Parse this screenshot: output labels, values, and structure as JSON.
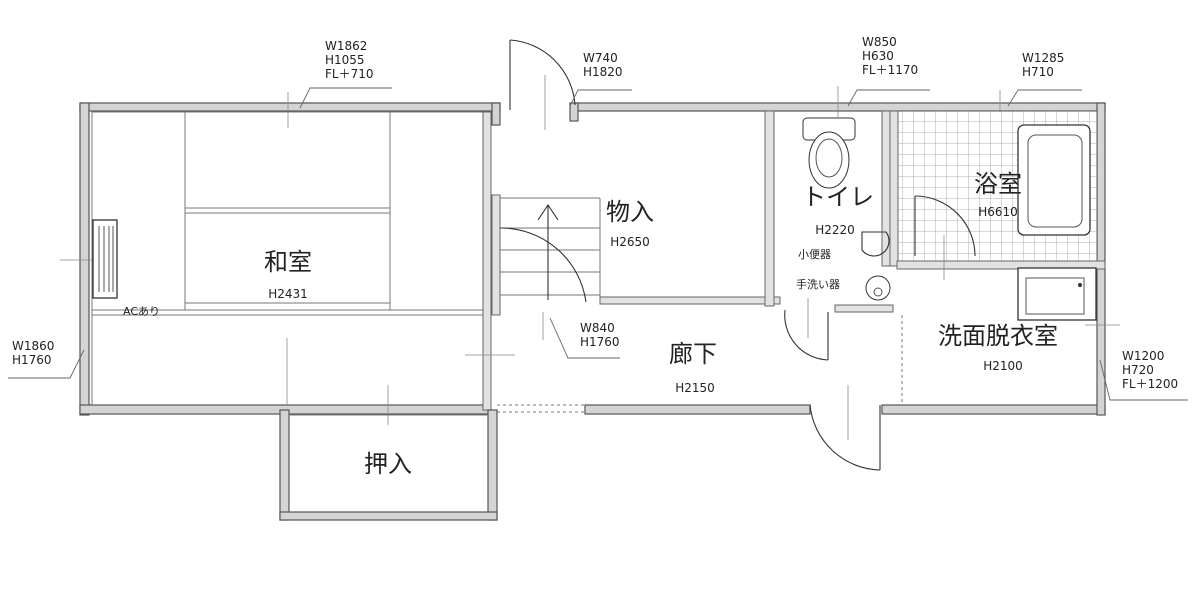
{
  "rooms": {
    "washitsu": {
      "name": "和室",
      "height": "H2431"
    },
    "monoire": {
      "name": "物入",
      "height": "H2650"
    },
    "toilet": {
      "name": "トイレ",
      "height": "H2220"
    },
    "bath": {
      "name": "浴室",
      "height": "H6610"
    },
    "corridor": {
      "name": "廊下",
      "height": "H2150"
    },
    "senmen": {
      "name": "洗面脱衣室",
      "height": "H2100"
    },
    "oshiire": {
      "name": "押入"
    }
  },
  "windows": {
    "washitsu_top": [
      "W1862",
      "H1055",
      "FL＋710"
    ],
    "door_top": [
      "W740",
      "H1820"
    ],
    "toilet_top": [
      "W850",
      "H630",
      "FL＋1170"
    ],
    "bath_top": [
      "W1285",
      "H710"
    ],
    "washitsu_left": [
      "W1860",
      "H1760"
    ],
    "stair_side": [
      "W840",
      "H1760"
    ],
    "senmen_right": [
      "W1200",
      "H720",
      "FL＋1200"
    ]
  },
  "notes": {
    "ac": "ACあり",
    "urinal": "小便器",
    "handwash": "手洗い器"
  }
}
